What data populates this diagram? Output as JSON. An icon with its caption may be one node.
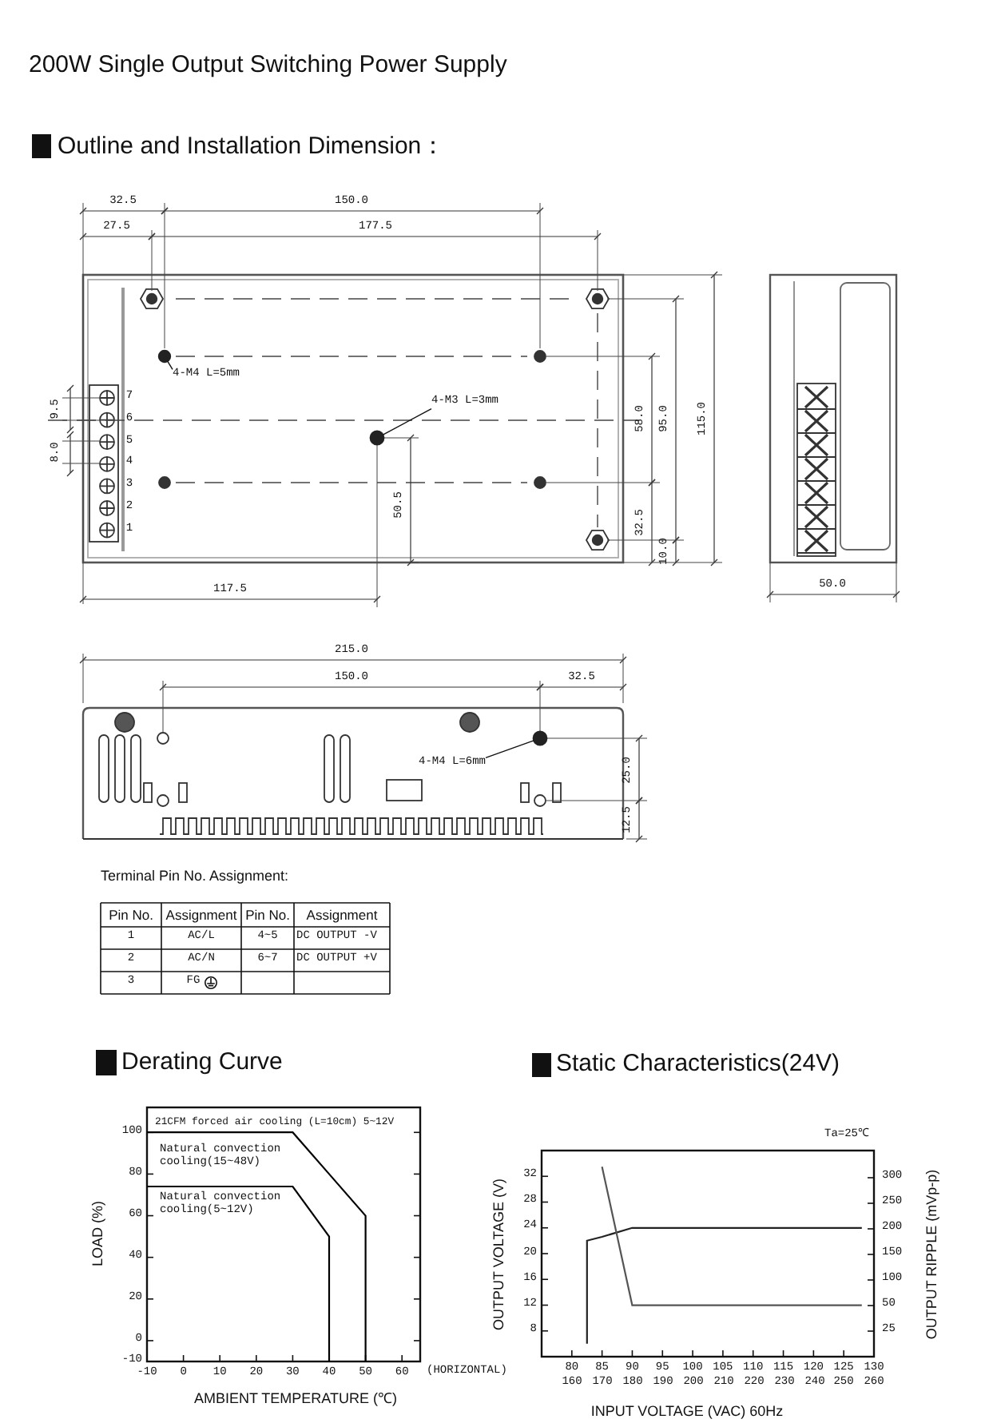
{
  "diagram": {
    "title": "200W Single Output Switching Power Supply",
    "nodes": [
      {
        "text": [
          "4-M4 L=5mm"
        ]
      },
      {
        "text": [],
        "shape": "circle"
      },
      {
        "text": [
          "4-M3 L=3mm"
        ]
      },
      {
        "text": [],
        "shape": "circle"
      },
      {
        "text": [
          "4-M4 L=6mm"
        ]
      },
      {
        "text": [],
        "shape": "circle"
      }
    ],
    "edges": [
      {
        "from": 0,
        "to": 1,
        "arrow": "none"
      },
      {
        "from": 2,
        "to": 3,
        "arrow": "none"
      },
      {
        "from": 4,
        "to": 5,
        "arrow": "none"
      }
    ],
    "labels": [
      "Outline and Installation Dimension：",
      "32.5",
      "150.0",
      "27.5",
      "177.5",
      "9.5",
      "8.0",
      "7",
      "6",
      "5",
      "4",
      "3",
      "2",
      "1",
      "50.5",
      "58.0",
      "95.0",
      "115.0",
      "32.5",
      "10.0",
      "117.5",
      "50.0",
      "215.0",
      "150.0",
      "32.5",
      "25.0",
      "12.5",
      "Terminal Pin No. Assignment:",
      "Pin No.",
      "Assignment",
      "Pin No.",
      "Assignment",
      "1",
      "AC/L",
      "4~5",
      "DC OUTPUT -V",
      "2",
      "AC/N",
      "6~7",
      "DC OUTPUT +V",
      "3",
      "FG"
    ],
    "chart_data": [
      {
        "type": "line",
        "title": "Derating Curve",
        "xlabel": "AMBIENT TEMPERATURE (℃)",
        "ylabel": "LOAD (%)",
        "x": [
          -10,
          30,
          40,
          40,
          50,
          50
        ],
        "series": [
          {
            "color": "#000000",
            "values": [
              100,
              100,
              80,
              80,
              60,
              -10
            ]
          },
          {
            "color": "#000000",
            "values": [
              74,
              74,
              50,
              -10,
              null,
              null
            ]
          }
        ],
        "xlim": [
          -10,
          65
        ],
        "ylim": [
          -10,
          112
        ],
        "xticks": [
          -10,
          0,
          10,
          20,
          30,
          40,
          50,
          60
        ],
        "yticks": [
          -10,
          0,
          20,
          40,
          60,
          80,
          100
        ],
        "annotations": [
          "21CFM forced air cooling (L=10cm) 5~12V",
          "Natural convection cooling(15~48V)",
          "Natural convection cooling(5~12V)",
          "(HORIZONTAL)"
        ]
      },
      {
        "type": "line",
        "title": "Static Characteristics(24V)",
        "xlabel": "INPUT VOLTAGE (VAC) 60Hz",
        "ylabel": "OUTPUT VOLTAGE (V)",
        "x": [
          82.5,
          82.5,
          85,
          90,
          128
        ],
        "series": [
          {
            "color": "#222222",
            "values": [
              6,
              22,
              22.6,
              24,
              24
            ]
          },
          {
            "color": "#555555",
            "values": [
              null,
              null,
              33.5,
              12,
              12
            ]
          }
        ],
        "xlim": [
          75,
          130
        ],
        "ylim": [
          4,
          36
        ],
        "xticks": [
          80,
          85,
          90,
          95,
          100,
          105,
          110,
          115,
          120,
          125,
          130
        ],
        "yticks": [
          8,
          12,
          16,
          20,
          24,
          28,
          32
        ],
        "annotations": [
          "Ta=25℃",
          "OUTPUT RIPPLE (mVp-p)",
          "300",
          "250",
          "200",
          "150",
          "100",
          "50",
          "25",
          "160",
          "170",
          "180",
          "190",
          "200",
          "210",
          "220",
          "230",
          "240",
          "250",
          "260"
        ]
      }
    ]
  }
}
